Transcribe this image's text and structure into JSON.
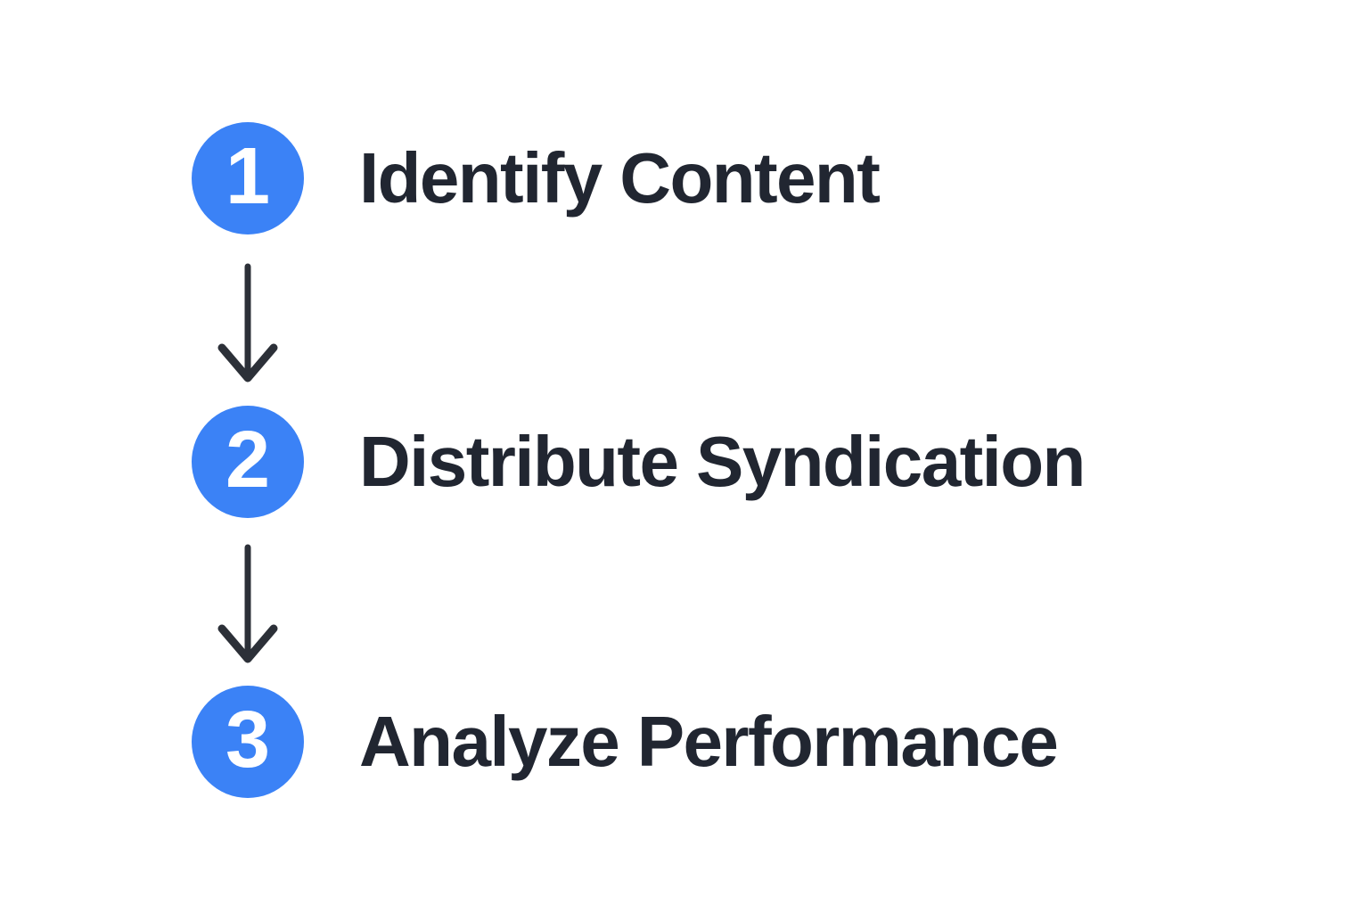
{
  "page": {
    "background_color": "#ffffff"
  },
  "diagram": {
    "type": "vertical-flow",
    "accent_color": "#3b82f6",
    "text_color": "#212631",
    "arrow_color": "#2c3038",
    "connector_icon": "arrow-down-icon",
    "steps": [
      {
        "number": "1",
        "label": "Identify Content"
      },
      {
        "number": "2",
        "label": "Distribute Syndication"
      },
      {
        "number": "3",
        "label": "Analyze Performance"
      }
    ]
  }
}
